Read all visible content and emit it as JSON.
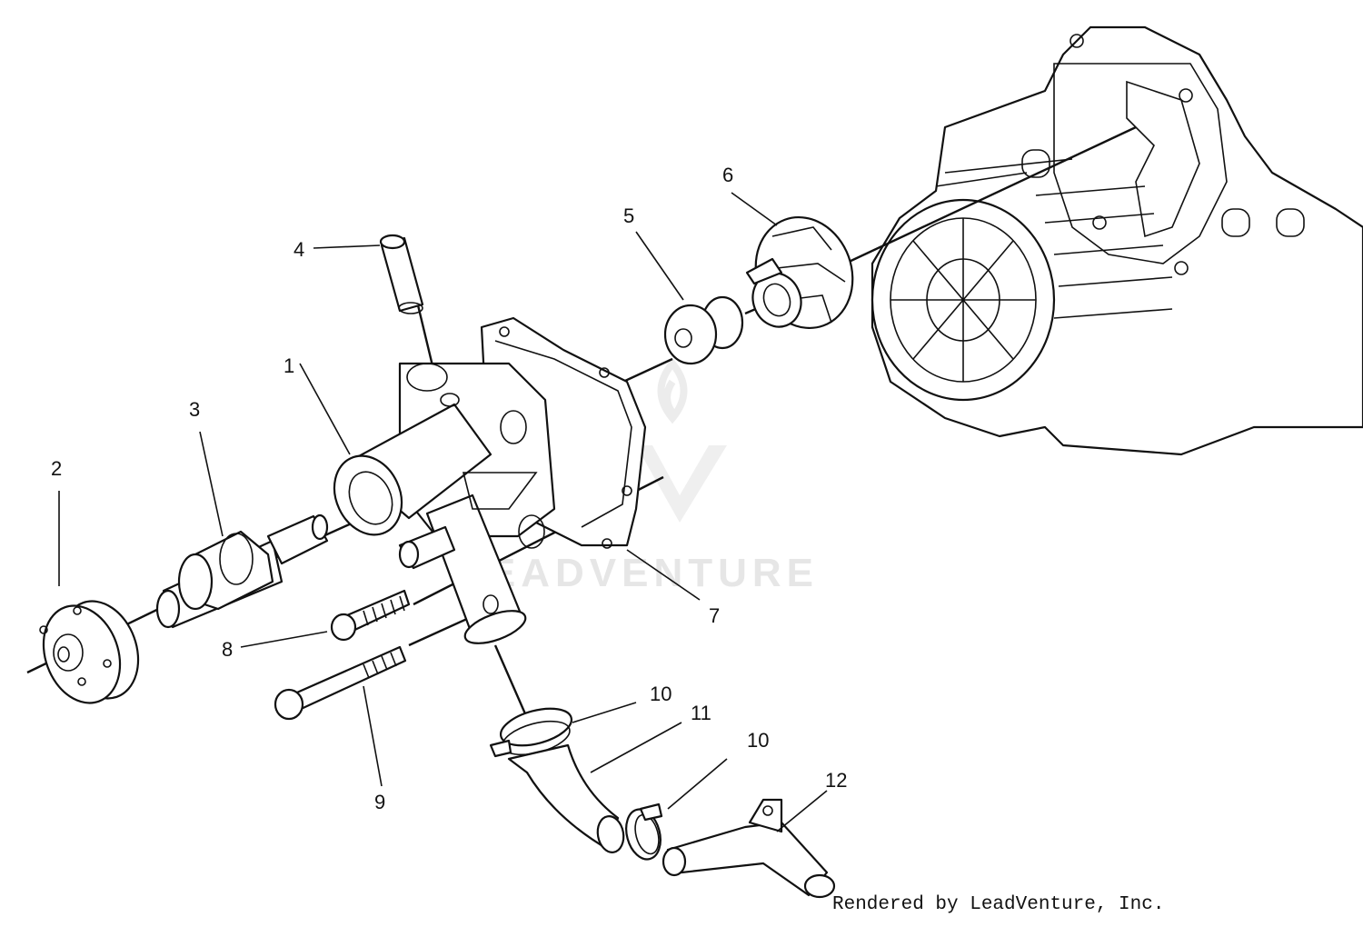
{
  "diagram": {
    "callouts": [
      {
        "id": "1",
        "label": "1"
      },
      {
        "id": "2",
        "label": "2"
      },
      {
        "id": "3",
        "label": "3"
      },
      {
        "id": "4",
        "label": "4"
      },
      {
        "id": "5",
        "label": "5"
      },
      {
        "id": "6",
        "label": "6"
      },
      {
        "id": "7",
        "label": "7"
      },
      {
        "id": "8",
        "label": "8"
      },
      {
        "id": "9",
        "label": "9"
      },
      {
        "id": "10a",
        "label": "10"
      },
      {
        "id": "11",
        "label": "11"
      },
      {
        "id": "10b",
        "label": "10"
      },
      {
        "id": "12",
        "label": "12"
      }
    ],
    "watermark": "LEADVENTURE"
  },
  "footer": {
    "credit": "Rendered by LeadVenture, Inc."
  }
}
